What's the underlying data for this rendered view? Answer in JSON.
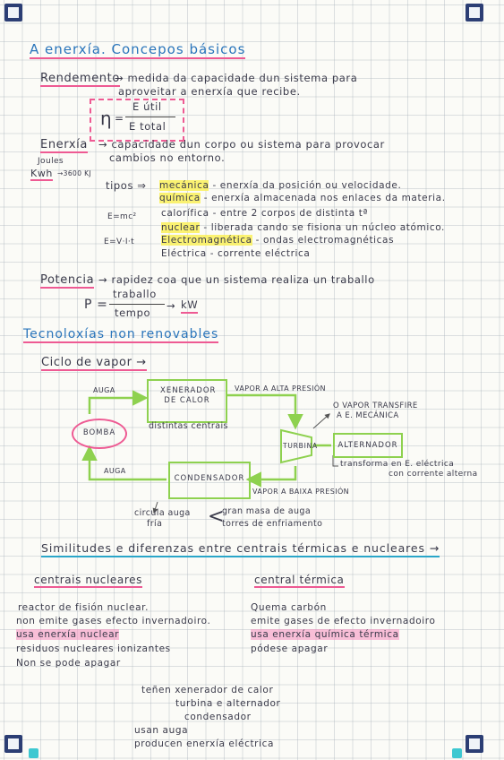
{
  "title": "A enerxía. Concepos básicos",
  "rendemento": {
    "term": "Rendemento",
    "def_line1": "→ medida da capacidade dun sistema para",
    "def_line2": "aproveitar a enerxía que recibe.",
    "formula_symbol": "η",
    "formula_numerator": "E útil",
    "formula_denominator": "E total"
  },
  "enerxia": {
    "term": "Enerxía",
    "def_line1": "→ capacidade dun corpo ou sistema para provocar",
    "def_line2": "cambios no entorno.",
    "unit1": "Joules",
    "unit2": "Kwh",
    "unit2_conv": "→3600 KJ",
    "tipos_label": "tipos ⇒",
    "formula_emc": "E=mc²",
    "formula_evit": "E=V·I·t",
    "types": [
      {
        "name": "mecánica",
        "desc": "- enerxía da posición ou velocidade."
      },
      {
        "name": "química",
        "desc": "- enerxía almacenada nos enlaces da materia."
      },
      {
        "name": "calorífica",
        "desc": "- entre 2 corpos de distinta tª"
      },
      {
        "name": "nuclear",
        "desc": "- liberada cando se fisiona un núcleo atómico."
      },
      {
        "name": "Electromagnética",
        "desc": "- ondas electromagnéticas"
      },
      {
        "name": "Eléctrica",
        "desc": "- corrente eléctrica"
      }
    ]
  },
  "potencia": {
    "term": "Potencia",
    "def": "→ rapidez coa que un sistema realiza un traballo",
    "formula_lhs": "P =",
    "formula_num": "traballo",
    "formula_den": "tempo",
    "formula_unit": "kW"
  },
  "tecnoloxias_title": "Tecnoloxías non renovables",
  "ciclo": {
    "title": "Ciclo de vapor →",
    "xenerador": "XENERADOR DE CALOR",
    "distintas": "distintas centrais",
    "bomba": "BOMBA",
    "auga_top": "AUGA",
    "auga_bottom": "AUGA",
    "vapor_alta": "VAPOR A ALTA PRESIÓN",
    "vapor_transfire_1": "O VAPOR TRANSFIRE",
    "vapor_transfire_2": "A E. MECÁNICA",
    "turbina": "TURBINA",
    "alternador": "ALTERNADOR",
    "transforma_1": "transforma en E. eléctrica",
    "transforma_2": "con corrente alterna",
    "condensador": "CONDENSADOR",
    "vapor_baixa": "VAPOR A BAIXA PRESIÓN",
    "circula_1": "circula auga",
    "circula_2": "fría",
    "gran_1": "gran masa de auga",
    "gran_2": "torres de enfriamento"
  },
  "similitudes_title": "Similitudes e diferenzas entre centrais térmicas e nucleares →",
  "nucleares": {
    "title": "centrais nucleares",
    "lines": [
      "reactor de fisión nuclear.",
      "non emite gases efecto invernadoiro.",
      "usa enerxía nuclear",
      "residuos nucleares ionizantes",
      "Non se pode apagar"
    ]
  },
  "termica": {
    "title": "central térmica",
    "lines": [
      "Quema carbón",
      "emite gases de efecto invernadoiro",
      "usa enerxía química térmica",
      "pódese apagar"
    ]
  },
  "common": {
    "lines": [
      "teñen xenerador de calor",
      "turbina e alternador",
      "condensador",
      "usan auga",
      "producen enerxía eléctrica"
    ]
  },
  "colors": {
    "pink": "#ee5a93",
    "blue": "#2aa6c9",
    "yellow": "#faf05a",
    "green": "#8ed14f",
    "navy": "#2c3e74",
    "cyan": "#3ec8d1"
  }
}
